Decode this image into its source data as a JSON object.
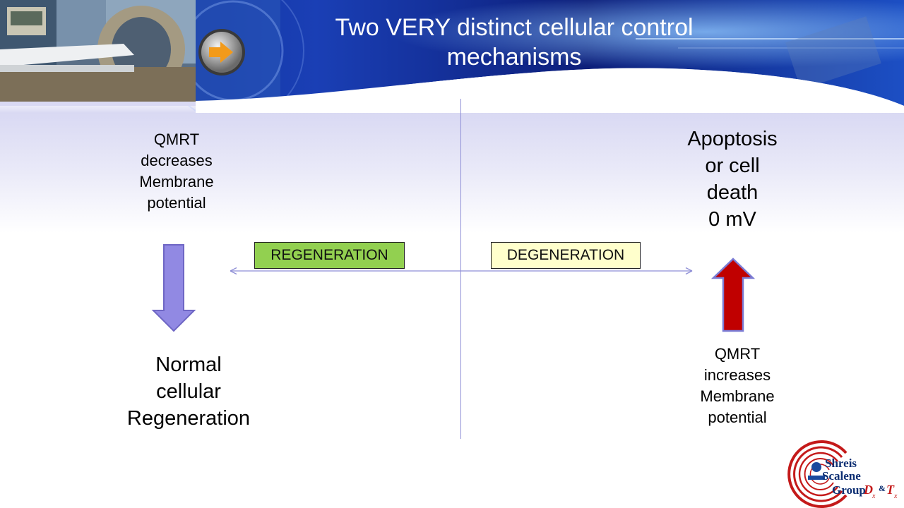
{
  "title": "Two VERY distinct cellular control mechanisms",
  "left": {
    "top_text": [
      "QMRT",
      "decreases",
      "Membrane",
      "potential"
    ],
    "bottom_text": [
      "Normal",
      "cellular",
      "Regeneration"
    ],
    "box_label": "REGENERATION",
    "arrow_direction": "down",
    "arrow_color": "#9189e3",
    "box_color": "#92d050"
  },
  "right": {
    "top_text": [
      "Apoptosis",
      "or cell",
      "death",
      "0 mV"
    ],
    "bottom_text": [
      "QMRT",
      "increases",
      "Membrane",
      "potential"
    ],
    "box_label": "DEGENERATION",
    "arrow_direction": "up",
    "arrow_color": "#c00000",
    "box_color": "#ffffcc"
  },
  "logo": {
    "line1": "Shreis",
    "line2": "Scalene",
    "line3": "Group",
    "dx": "D",
    "dx_sub": "x",
    "amp": "&",
    "tx": "T",
    "tx_sub": "x"
  },
  "colors": {
    "banner_dark": "#0a1a72",
    "banner_blue": "#1e50c8",
    "accent_red": "#c41a1a"
  }
}
